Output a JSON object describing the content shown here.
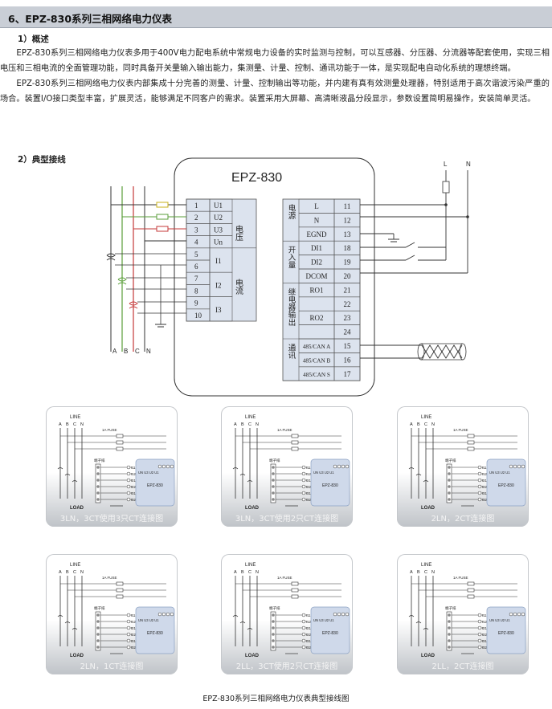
{
  "section_title": "6、EPZ-830系列三相网络电力仪表",
  "overview": {
    "heading": "1）概述",
    "paragraph1": "EPZ-830系列三相网络电力仪表多用于400V电力配电系统中常规电力设备的实时监测与控制，可以互感器、分压器、分流器等配套使用，实现三相电压和三相电流的全面管理功能，同时具备开关量输入输出能力，集测量、计量、控制、通讯功能于一体，是实现配电自动化系统的理想终端。",
    "paragraph2": "EPZ-830系列三相网络电力仪表内部集成十分完善的测量、计量、控制输出等功能，并内建有真有效测量处理器，特别适用于高次谐波污染严重的场合。装置I/O接口类型丰富，扩展灵活，能够满足不同客户的需求。装置采用大屏幕、高清晰液晶分段显示，参数设置简明易操作，安装简单灵活。"
  },
  "wiring": {
    "heading": "2）典型接线",
    "device_name": "EPZ-830",
    "left_terminals": [
      {
        "num": "1",
        "label": "U1"
      },
      {
        "num": "2",
        "label": "U2"
      },
      {
        "num": "3",
        "label": "U3"
      },
      {
        "num": "4",
        "label": "Un"
      },
      {
        "num": "5",
        "label": ""
      },
      {
        "num": "6",
        "label": "I1"
      },
      {
        "num": "7",
        "label": ""
      },
      {
        "num": "8",
        "label": "I2"
      },
      {
        "num": "9",
        "label": ""
      },
      {
        "num": "10",
        "label": "I3"
      }
    ],
    "voltage_group": "电压",
    "current_group": "电流",
    "right_groups": {
      "power": "电源",
      "input": "开入量",
      "relay": "继电器输出",
      "comm": "通讯"
    },
    "right_terminals": [
      {
        "label": "L",
        "num": "11"
      },
      {
        "label": "N",
        "num": "12"
      },
      {
        "label": "EGND",
        "num": "13"
      },
      {
        "label": "DI1",
        "num": "18"
      },
      {
        "label": "DI2",
        "num": "19"
      },
      {
        "label": "DCOM",
        "num": "20"
      },
      {
        "label": "RO1",
        "num": "21"
      },
      {
        "label": "",
        "num": "22"
      },
      {
        "label": "RO2",
        "num": "23"
      },
      {
        "label": "",
        "num": "24"
      },
      {
        "label": "485/CAN A",
        "num": "15"
      },
      {
        "label": "485/CAN B",
        "num": "16"
      },
      {
        "label": "485/CAN S",
        "num": "17"
      }
    ],
    "supply_L": "L",
    "supply_N": "N",
    "phase_labels": [
      "A",
      "B",
      "C",
      "N"
    ]
  },
  "small_diagrams": {
    "line_label": "LINE",
    "phase_letters": [
      "A",
      "B",
      "C",
      "N"
    ],
    "fuse_label": "1A FUSE",
    "terminal_block_label": "端子排",
    "load_label": "LOAD",
    "device_label": "EPZ-830",
    "voltage_terms": "UN U3 U2 U1",
    "current_terms": [
      "I11",
      "I12",
      "I21",
      "I22",
      "I31",
      "I32"
    ],
    "captions": [
      "3LN，3CT使用3只CT连接图",
      "3LN，3CT使用2只CT连接图",
      "2LN，2CT连接图",
      "2LN，1CT连接图",
      "2LL，3CT使用2只CT连接图",
      "2LL，2CT连接图"
    ]
  },
  "figure_caption": "EPZ-830系列三相网络电力仪表典型接线图"
}
